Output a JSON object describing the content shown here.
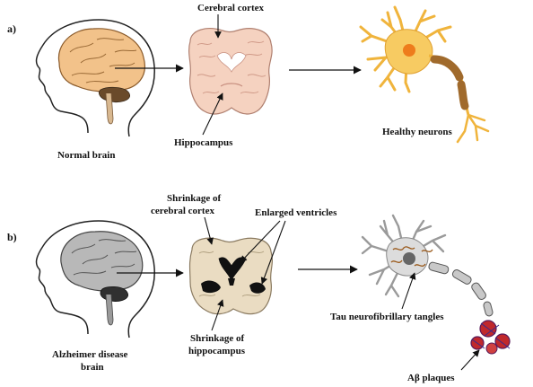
{
  "panel_a": {
    "label": "a)",
    "normal_brain": "Normal brain",
    "cerebral_cortex": "Cerebral cortex",
    "hippocampus": "Hippocampus",
    "healthy_neurons": "Healthy neurons"
  },
  "panel_b": {
    "label": "b)",
    "alzheimer_line1": "Alzheimer disease",
    "alzheimer_line2": "brain",
    "shrinkage_cortex_line1": "Shrinkage of",
    "shrinkage_cortex_line2": "cerebral cortex",
    "enlarged_ventricles": "Enlarged ventricles",
    "shrinkage_hippo_line1": "Shrinkage of",
    "shrinkage_hippo_line2": "hippocampus",
    "tau_tangles": "Tau neurofibrillary tangles",
    "ab_plaques": "Aβ plaques"
  },
  "colors": {
    "healthy_brain": "#f2c28a",
    "healthy_neuron": "#f0b43c",
    "diseased_brain": "#b8b8b8",
    "diseased_slice": "#eadcc2",
    "myelin_healthy": "#a06a2c",
    "plaque": "#c0282c"
  }
}
